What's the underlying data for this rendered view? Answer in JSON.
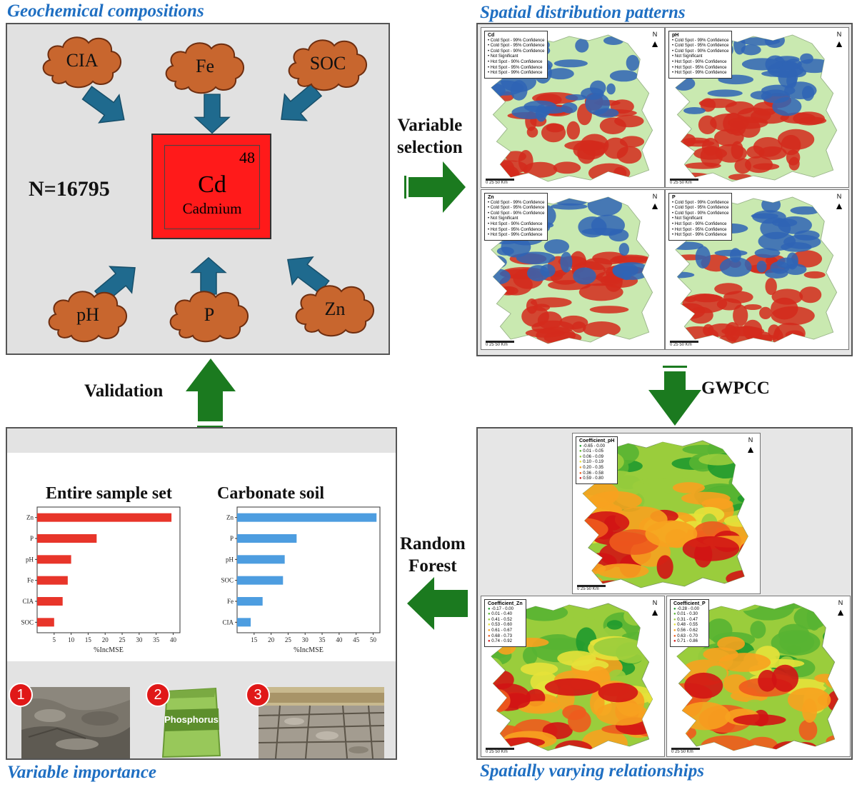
{
  "titles": {
    "geochem": "Geochemical compositions",
    "spatial": "Spatial distribution patterns",
    "importance": "Variable importance",
    "relationships": "Spatially varying relationships"
  },
  "geochem": {
    "sample_count": "N=16795",
    "element": {
      "number": "48",
      "symbol": "Cd",
      "name": "Cadmium"
    },
    "variables": [
      "CIA",
      "Fe",
      "SOC",
      "pH",
      "P",
      "Zn"
    ]
  },
  "flow": {
    "variable_selection": [
      "Variable",
      "selection"
    ],
    "gwpcc": "GWPCC",
    "random_forest": [
      "Random",
      "Forest"
    ],
    "validation": "Validation"
  },
  "hotspot_maps": [
    {
      "variable": "Cd"
    },
    {
      "variable": "pH"
    },
    {
      "variable": "Zn"
    },
    {
      "variable": "P"
    }
  ],
  "hotspot_legend": [
    "Cold Spot - 99% Confidence",
    "Cold Spot - 95% Confidence",
    "Cold Spot - 90% Confidence",
    "Not Significant",
    "Hot Spot - 90% Confidence",
    "Hot Spot - 95% Confidence",
    "Hot Spot - 99% Confidence"
  ],
  "map_common": {
    "north": "N",
    "scale_unit": "Km",
    "scale_ticks": [
      "0",
      "25",
      "50"
    ]
  },
  "coef_maps": [
    {
      "title": "Coefficient_pH",
      "classes": [
        "-0.65 - 0.00",
        "0.01 - 0.05",
        "0.06 - 0.09",
        "0.10 - 0.19",
        "0.20 - 0.35",
        "0.36 - 0.58",
        "0.59 - 0.80"
      ]
    },
    {
      "title": "Coefficient_Zn",
      "classes": [
        "-0.17 - 0.00",
        "0.01 - 0.40",
        "0.41 - 0.52",
        "0.53 - 0.60",
        "0.61 - 0.67",
        "0.68 - 0.73",
        "0.74 - 0.92"
      ]
    },
    {
      "title": "Coefficient_P",
      "classes": [
        "-0.28 - 0.00",
        "0.01 - 0.30",
        "0.31 - 0.47",
        "0.48 - 0.55",
        "0.56 - 0.62",
        "0.63 - 0.70",
        "0.71 - 0.86"
      ]
    }
  ],
  "coef_colors": [
    "#1f9a2e",
    "#58b432",
    "#9acd3c",
    "#e6e23a",
    "#f7a21f",
    "#ee5b1d",
    "#d21414"
  ],
  "chart_data": [
    {
      "type": "bar",
      "title": "Entire sample set",
      "categories": [
        "Zn",
        "P",
        "pH",
        "Fe",
        "CIA",
        "SOC"
      ],
      "values": [
        39.5,
        17.5,
        10,
        9,
        7.5,
        5
      ],
      "xlabel": "%IncMSE",
      "xlim": [
        0,
        42
      ],
      "xticks": [
        5,
        10,
        15,
        20,
        25,
        30,
        35,
        40
      ],
      "color": "#e8352a"
    },
    {
      "type": "bar",
      "title": "Carbonate soil",
      "categories": [
        "Zn",
        "P",
        "pH",
        "SOC",
        "Fe",
        "CIA"
      ],
      "values": [
        51,
        27.5,
        24,
        23.5,
        17.5,
        14
      ],
      "xlabel": "%IncMSE",
      "xlim": [
        10,
        52
      ],
      "xticks": [
        15,
        20,
        25,
        30,
        35,
        40,
        45,
        50
      ],
      "color": "#4d9de0"
    }
  ],
  "photos": [
    {
      "badge": "1"
    },
    {
      "badge": "2",
      "bag_label": "Phosphorus"
    },
    {
      "badge": "3"
    }
  ],
  "colors": {
    "title_blue": "#1f6fc2",
    "arrow_blue": "#1f6a8e",
    "arrow_green": "#1b7a1f",
    "cloud": "#c8662e",
    "cd_box": "#ff1a1a",
    "hot": "#d42a1c",
    "cold": "#2f64b5",
    "neutral": "#c9e9b0"
  }
}
